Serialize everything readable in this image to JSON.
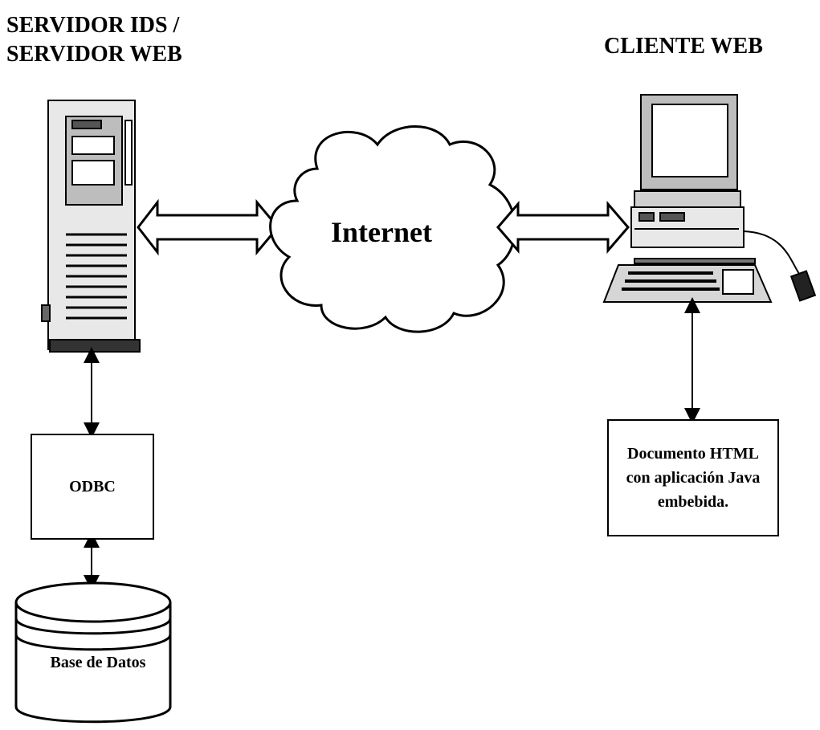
{
  "server": {
    "title_line1": "SERVIDOR IDS /",
    "title_line2": "SERVIDOR WEB"
  },
  "client": {
    "title": "CLIENTE WEB"
  },
  "network": {
    "label": "Internet"
  },
  "odbc": {
    "label": "ODBC"
  },
  "database": {
    "label": "Base de Datos"
  },
  "document": {
    "line1": "Documento HTML",
    "line2": "con aplicación Java",
    "line3": "embebida."
  }
}
